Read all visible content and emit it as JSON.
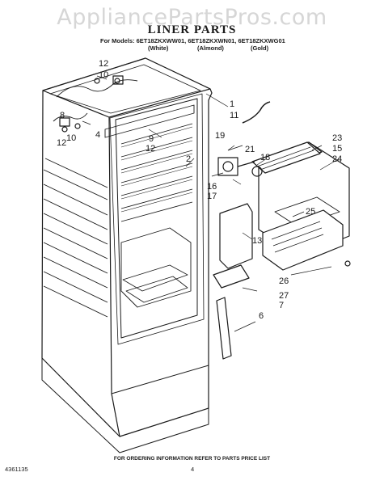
{
  "watermark": "AppliancePartsPros.com",
  "header": {
    "title": "LINER PARTS",
    "models_line": "For Models: 6ET18ZKXWW01, 6ET18ZKXWN01, 6ET18ZKXWG01",
    "colors": [
      "(White)",
      "(Almond)",
      "(Gold)"
    ]
  },
  "callouts": [
    "12",
    "10",
    "4",
    "8",
    "12",
    "10",
    "1",
    "11",
    "9",
    "12",
    "2",
    "19",
    "21",
    "18",
    "23",
    "15",
    "24",
    "16",
    "17",
    "25",
    "13",
    "26",
    "27",
    "7",
    "6"
  ],
  "footer": {
    "ordering_note": "FOR ORDERING INFORMATION REFER TO PARTS PRICE LIST",
    "doc_number": "4361135",
    "page_number": "4"
  }
}
